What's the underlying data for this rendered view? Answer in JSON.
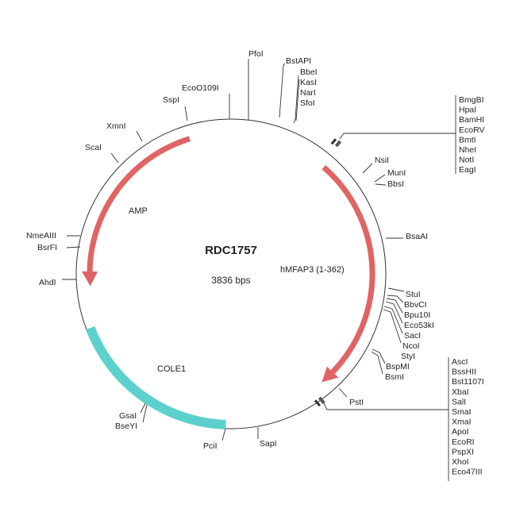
{
  "plasmid": {
    "name": "RDC1757",
    "size": "3836 bps"
  },
  "features": {
    "amp": {
      "label": "AMP",
      "color": "#e06464"
    },
    "hmfap3": {
      "label": "hMFAP3 (1-362)",
      "color": "#e06464"
    },
    "cole1": {
      "label": "COLE1",
      "color": "#5cd0cc"
    }
  },
  "sites": {
    "pfoi": "PfoI",
    "bstapi": "BstAPI",
    "bbei": "BbeI",
    "kasi": "KasI",
    "nari": "NarI",
    "sfoi": "SfoI",
    "nsii": "NsiI",
    "muni": "MunI",
    "bbsi": "BbsI",
    "bsaai": "BsaAI",
    "stui": "StuI",
    "bbvci": "BbvCI",
    "bpu10i": "Bpu10I",
    "eco53ki": "Eco53kI",
    "saci": "SacI",
    "ncoi": "NcoI",
    "styi": "StyI",
    "bspmi": "BspMI",
    "bsmi": "BsmI",
    "psti": "PstI",
    "sapi": "SapI",
    "pcii": "PciI",
    "gsai": "GsaI",
    "bseyi": "BseYI",
    "ahdi": "AhdI",
    "nmeaiii": "NmeAIII",
    "bsrfi": "BsrFI",
    "scai": "ScaI",
    "xmni": "XmnI",
    "sspi": "SspI",
    "eco0109i": "EcoO109I"
  },
  "mcs1": [
    "BmgBI",
    "HpaI",
    "BamHI",
    "EcoRV",
    "BmtI",
    "NheI",
    "NotI",
    "EagI"
  ],
  "mcs2": [
    "AscI",
    "BssHII",
    "Bst1107I",
    "XbaI",
    "SalI",
    "SmaI",
    "XmaI",
    "ApoI",
    "EcoRI",
    "PspXI",
    "XhoI",
    "Eco47III"
  ]
}
